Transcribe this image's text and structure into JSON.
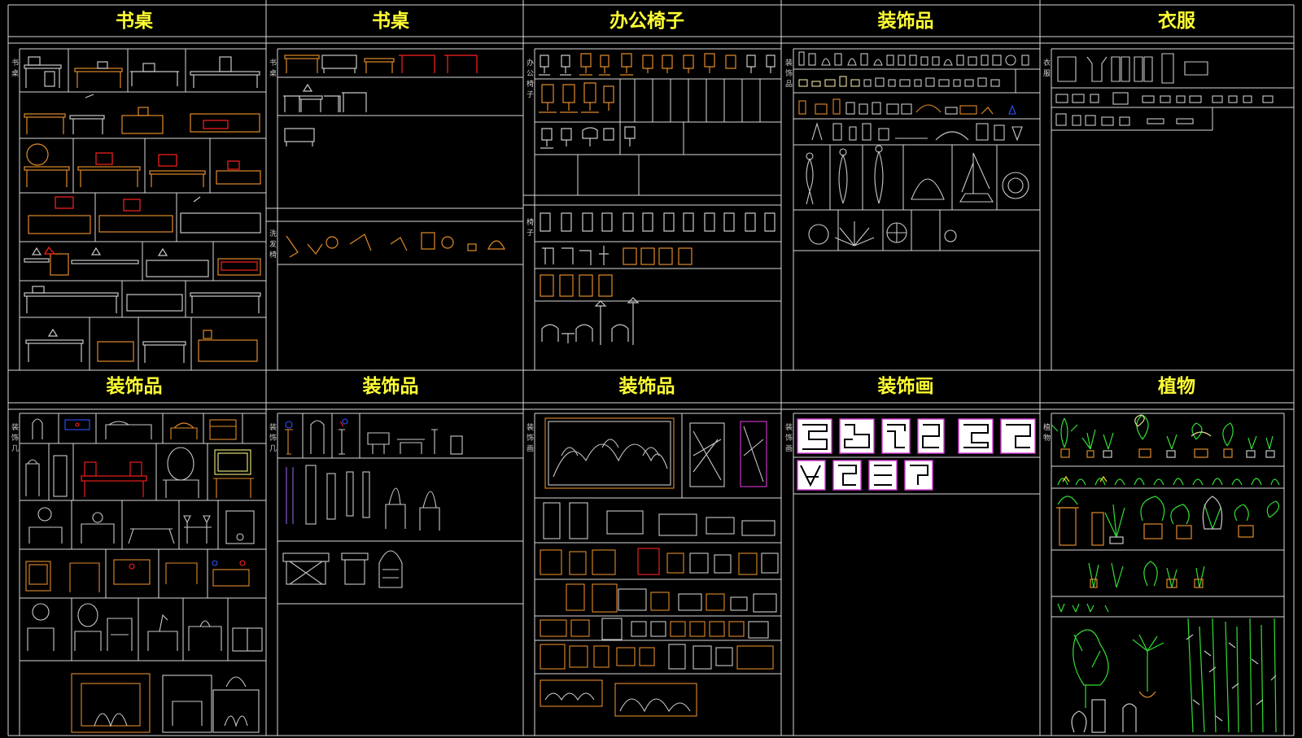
{
  "colors": {
    "background": "#000000",
    "grid": "#d8d8d8",
    "title": "#ffff33",
    "orange": "#e08a2a",
    "red": "#ff2020",
    "green": "#33dd33",
    "magenta": "#d53cd5",
    "gray": "#c0c0c0"
  },
  "panels": [
    {
      "title": "书桌",
      "subs": [
        {
          "label": "书桌"
        }
      ]
    },
    {
      "title": "书桌",
      "subs": [
        {
          "label": "书桌"
        },
        {
          "label": "洗发椅"
        }
      ]
    },
    {
      "title": "办公椅子",
      "subs": [
        {
          "label": "办公椅子"
        },
        {
          "label": "椅子"
        }
      ]
    },
    {
      "title": "装饰品",
      "subs": [
        {
          "label": "装饰品"
        }
      ]
    },
    {
      "title": "衣服",
      "subs": [
        {
          "label": "衣服"
        }
      ]
    },
    {
      "title": "装饰品",
      "subs": [
        {
          "label": "装饰几"
        }
      ]
    },
    {
      "title": "装饰品",
      "subs": [
        {
          "label": "装饰几"
        }
      ]
    },
    {
      "title": "装饰品",
      "subs": [
        {
          "label": "装饰画"
        }
      ]
    },
    {
      "title": "装饰画",
      "subs": [
        {
          "label": "装饰画"
        }
      ]
    },
    {
      "title": "植物",
      "subs": [
        {
          "label": "植物"
        }
      ]
    }
  ]
}
